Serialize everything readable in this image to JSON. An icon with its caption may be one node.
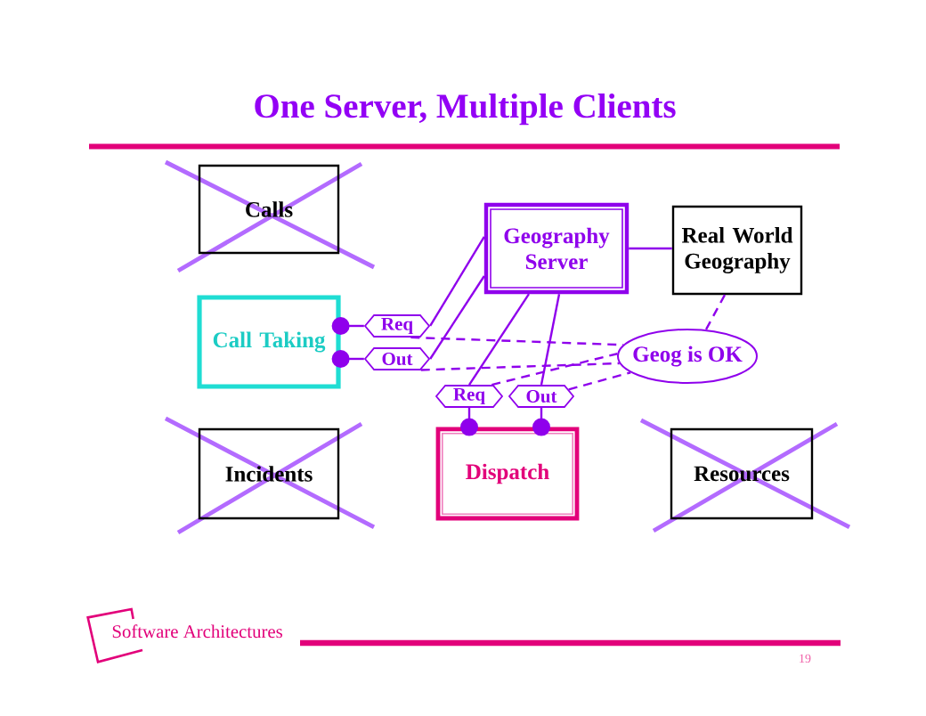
{
  "diagram": {
    "title": "One Server, Multiple Clients",
    "nodes": [
      {
        "text": [
          "Calls"
        ]
      },
      {
        "text": [
          "Geography Server"
        ]
      },
      {
        "text": [
          "Real World Geography"
        ]
      },
      {
        "text": [
          "Call Taking"
        ]
      },
      {
        "text": [
          "Req"
        ]
      },
      {
        "text": [
          "Out"
        ]
      },
      {
        "text": [
          "Geog is OK"
        ]
      },
      {
        "text": [
          "Req"
        ]
      },
      {
        "text": [
          "Out"
        ]
      },
      {
        "text": [
          "Incidents"
        ]
      },
      {
        "text": [
          "Dispatch"
        ]
      },
      {
        "text": [
          "Resources"
        ]
      }
    ],
    "edges": [
      {
        "from": 3,
        "to": 4,
        "arrow": "other"
      },
      {
        "from": 3,
        "to": 5,
        "arrow": "other"
      },
      {
        "from": 10,
        "to": 7,
        "arrow": "other"
      },
      {
        "from": 10,
        "to": 8,
        "arrow": "other"
      },
      {
        "from": 4,
        "to": 1,
        "arrow": "none"
      },
      {
        "from": 5,
        "to": 1,
        "arrow": "none"
      },
      {
        "from": 7,
        "to": 1,
        "arrow": "none"
      },
      {
        "from": 8,
        "to": 1,
        "arrow": "none"
      },
      {
        "from": 1,
        "to": 2,
        "arrow": "none"
      },
      {
        "from": 2,
        "to": 6,
        "arrow": "none",
        "style": "dashed"
      },
      {
        "from": 4,
        "to": 6,
        "arrow": "none",
        "style": "dashed"
      },
      {
        "from": 5,
        "to": 6,
        "arrow": "none",
        "style": "dashed"
      },
      {
        "from": 7,
        "to": 6,
        "arrow": "none",
        "style": "dashed"
      },
      {
        "from": 8,
        "to": 6,
        "arrow": "none",
        "style": "dashed"
      }
    ],
    "labels": [
      "Software Architectures",
      "19"
    ]
  }
}
